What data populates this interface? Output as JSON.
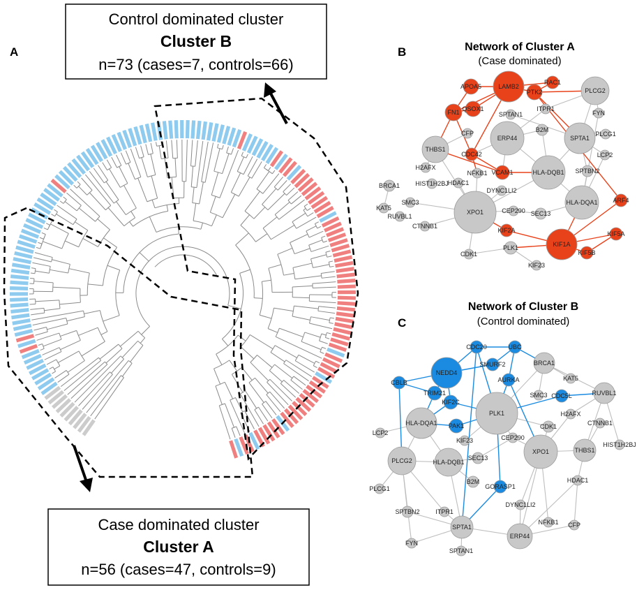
{
  "panels": {
    "a": {
      "letter": "A"
    },
    "b": {
      "letter": "B",
      "title": "Network of Cluster A",
      "subtitle": "(Case dominated)"
    },
    "c": {
      "letter": "C",
      "title": "Network of Cluster B",
      "subtitle": "(Control dominated)"
    }
  },
  "box_control": {
    "line1": "Control dominated cluster",
    "title": "Cluster B",
    "line3": "n=73 (cases=7, controls=66)"
  },
  "box_case": {
    "line1": "Case dominated cluster",
    "title": "Cluster A",
    "line3": "n=56 (cases=47, controls=9)"
  },
  "colors": {
    "case": "#f08080",
    "control": "#8ecbee",
    "grey_leaf": "#cccccc",
    "network_a_highlight": "#e8421a",
    "network_b_highlight": "#1a8be0",
    "node_grey": "#c8c8c8",
    "edge_grey": "#bdbdbd"
  },
  "dendrogram": {
    "leaves": "GGGGGGGGGGBBBBBBBBRBRBBBBBBBBBBBBBBBBBBBBBBBBBBBBRBBBBBBBBBBBBBBBBBBBBBBBBBBBBBBBBBBBRBBBBBBRBRRBRRRRRRRRRBRRRRRRRRRRRRRRRRRRRRRRRRBRRRRBRRRRRRRRRRBRRRRRBRRBR"
  },
  "network_a": {
    "nodes": [
      {
        "id": "LAMB2",
        "size": 22,
        "hl": true
      },
      {
        "id": "APOA5",
        "size": 11,
        "hl": true
      },
      {
        "id": "RAC1",
        "size": 9,
        "hl": true
      },
      {
        "id": "PTK2",
        "size": 11,
        "hl": true
      },
      {
        "id": "FN1",
        "size": 12,
        "hl": true
      },
      {
        "id": "QSOX1",
        "size": 11,
        "hl": true
      },
      {
        "id": "PLCG2",
        "size": 20,
        "hl": false
      },
      {
        "id": "SPTAN1",
        "size": 7,
        "hl": false
      },
      {
        "id": "ITPR1",
        "size": 7,
        "hl": false
      },
      {
        "id": "FYN",
        "size": 7,
        "hl": false
      },
      {
        "id": "CFP",
        "size": 7,
        "hl": false
      },
      {
        "id": "ERP44",
        "size": 24,
        "hl": false
      },
      {
        "id": "B2M",
        "size": 8,
        "hl": false
      },
      {
        "id": "SPTA1",
        "size": 22,
        "hl": false
      },
      {
        "id": "PLCG1",
        "size": 7,
        "hl": false
      },
      {
        "id": "THBS1",
        "size": 19,
        "hl": false
      },
      {
        "id": "CDC42",
        "size": 9,
        "hl": true
      },
      {
        "id": "LCP2",
        "size": 7,
        "hl": false
      },
      {
        "id": "H2AFX",
        "size": 7,
        "hl": false
      },
      {
        "id": "NFKB1",
        "size": 7,
        "hl": false
      },
      {
        "id": "VCAM1",
        "size": 10,
        "hl": true
      },
      {
        "id": "HLA-DQB1",
        "size": 24,
        "hl": false
      },
      {
        "id": "SPTBN2",
        "size": 8,
        "hl": false
      },
      {
        "id": "BRCA1",
        "size": 8,
        "hl": false
      },
      {
        "id": "HIST1H2BJ",
        "size": 7,
        "hl": false
      },
      {
        "id": "HDAC1",
        "size": 7,
        "hl": false
      },
      {
        "id": "DYNC1LI2",
        "size": 7,
        "hl": false
      },
      {
        "id": "SMC3",
        "size": 7,
        "hl": false
      },
      {
        "id": "HLA-DQA1",
        "size": 24,
        "hl": false
      },
      {
        "id": "ARF4",
        "size": 9,
        "hl": true
      },
      {
        "id": "KAT5",
        "size": 7,
        "hl": false
      },
      {
        "id": "RUVBL1",
        "size": 7,
        "hl": false
      },
      {
        "id": "XPO1",
        "size": 30,
        "hl": false
      },
      {
        "id": "CEP290",
        "size": 7,
        "hl": false
      },
      {
        "id": "SEC13",
        "size": 8,
        "hl": false
      },
      {
        "id": "CTNNB1",
        "size": 7,
        "hl": false
      },
      {
        "id": "KIF2A",
        "size": 9,
        "hl": true
      },
      {
        "id": "KIF5A",
        "size": 9,
        "hl": true
      },
      {
        "id": "KIF1A",
        "size": 22,
        "hl": true
      },
      {
        "id": "CDK1",
        "size": 7,
        "hl": false
      },
      {
        "id": "PLK1",
        "size": 9,
        "hl": false
      },
      {
        "id": "KIF5B",
        "size": 9,
        "hl": true
      },
      {
        "id": "KIF23",
        "size": 7,
        "hl": false
      }
    ]
  },
  "network_b": {
    "nodes": [
      {
        "id": "CDC20",
        "size": 9,
        "hl": true
      },
      {
        "id": "UBC",
        "size": 9,
        "hl": true
      },
      {
        "id": "NEDD4",
        "size": 22,
        "hl": true
      },
      {
        "id": "SMURF2",
        "size": 9,
        "hl": true
      },
      {
        "id": "BRCA1",
        "size": 15,
        "hl": false
      },
      {
        "id": "AURKA",
        "size": 9,
        "hl": true
      },
      {
        "id": "KAT5",
        "size": 7,
        "hl": false
      },
      {
        "id": "CBLB",
        "size": 9,
        "hl": true
      },
      {
        "id": "TRIM21",
        "size": 10,
        "hl": true
      },
      {
        "id": "SMC3",
        "size": 7,
        "hl": false
      },
      {
        "id": "CDC5L",
        "size": 9,
        "hl": true
      },
      {
        "id": "RUVBL1",
        "size": 15,
        "hl": false
      },
      {
        "id": "KIF2C",
        "size": 10,
        "hl": true
      },
      {
        "id": "PLK1",
        "size": 30,
        "hl": false
      },
      {
        "id": "H2AFX",
        "size": 7,
        "hl": false
      },
      {
        "id": "HLA-DQA1",
        "size": 22,
        "hl": false
      },
      {
        "id": "PAK1",
        "size": 10,
        "hl": true
      },
      {
        "id": "CDK1",
        "size": 8,
        "hl": false
      },
      {
        "id": "CTNNB1",
        "size": 7,
        "hl": false
      },
      {
        "id": "LCP2",
        "size": 7,
        "hl": false
      },
      {
        "id": "KIF23",
        "size": 7,
        "hl": false
      },
      {
        "id": "CEP290",
        "size": 7,
        "hl": false
      },
      {
        "id": "XPO1",
        "size": 24,
        "hl": false
      },
      {
        "id": "THBS1",
        "size": 16,
        "hl": false
      },
      {
        "id": "HIST1H2BJ",
        "size": 7,
        "hl": false
      },
      {
        "id": "PLCG2",
        "size": 20,
        "hl": false
      },
      {
        "id": "HLA-DQB1",
        "size": 20,
        "hl": false
      },
      {
        "id": "SEC13",
        "size": 8,
        "hl": false
      },
      {
        "id": "B2M",
        "size": 8,
        "hl": false
      },
      {
        "id": "GORASP1",
        "size": 9,
        "hl": true
      },
      {
        "id": "HDAC1",
        "size": 7,
        "hl": false
      },
      {
        "id": "PLCG1",
        "size": 7,
        "hl": false
      },
      {
        "id": "DYNC1LI2",
        "size": 7,
        "hl": false
      },
      {
        "id": "SPTBN2",
        "size": 8,
        "hl": false
      },
      {
        "id": "ITPR1",
        "size": 7,
        "hl": false
      },
      {
        "id": "NFKB1",
        "size": 7,
        "hl": false
      },
      {
        "id": "CFP",
        "size": 7,
        "hl": false
      },
      {
        "id": "SPTA1",
        "size": 16,
        "hl": false
      },
      {
        "id": "ERP44",
        "size": 18,
        "hl": false
      },
      {
        "id": "FYN",
        "size": 7,
        "hl": false
      },
      {
        "id": "SPTAN1",
        "size": 7,
        "hl": false
      }
    ]
  }
}
